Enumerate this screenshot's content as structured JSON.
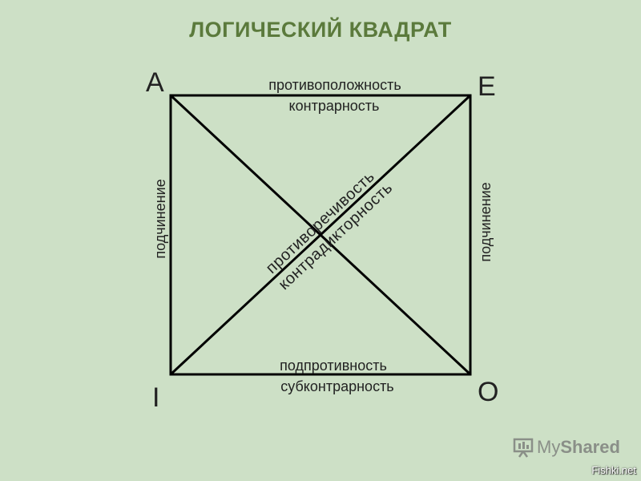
{
  "title": "ЛОГИЧЕСКИЙ КВАДРАТ",
  "corners": {
    "a": "A",
    "e": "E",
    "i": "I",
    "o": "O"
  },
  "top_edge": {
    "line1": "противоположность",
    "line2": "контрарность"
  },
  "bottom_edge": {
    "line1": "подпротивность",
    "line2": "субконтрарность"
  },
  "left_edge": "подчинение",
  "right_edge": "подчинение",
  "diagonal": {
    "line1": "противоречивость",
    "line2": "контрадикторность"
  },
  "logo": {
    "part1": "My",
    "part2": "Shared"
  },
  "watermark": "Fishki.net"
}
